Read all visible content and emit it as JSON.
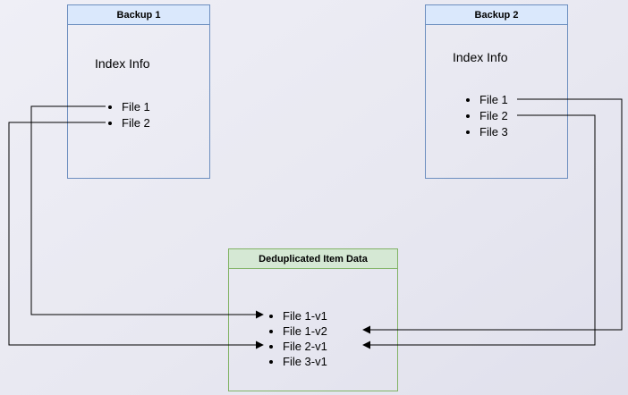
{
  "backup1": {
    "title": "Backup 1",
    "index_label": "Index Info",
    "files": [
      "File 1",
      "File 2"
    ]
  },
  "backup2": {
    "title": "Backup 2",
    "index_label": "Index Info",
    "files": [
      "File 1",
      "File 2",
      "File 3"
    ]
  },
  "dedup": {
    "title": "Deduplicated Item Data",
    "items": [
      "File 1-v1",
      "File 1-v2",
      "File 2-v1",
      "File 3-v1"
    ]
  },
  "connections": [
    {
      "from": "Backup 1 / File 1",
      "to": "File 1-v1"
    },
    {
      "from": "Backup 1 / File 2",
      "to": "File 2-v1"
    },
    {
      "from": "Backup 2 / File 1",
      "to": "File 1-v2"
    },
    {
      "from": "Backup 2 / File 2",
      "to": "File 2-v1"
    }
  ],
  "colors": {
    "canvas_bg": "#e8e8f1",
    "backup_border": "#6c8ebf",
    "backup_header_fill": "#dae8fc",
    "dedup_border": "#82b366",
    "dedup_header_fill": "#d5e8d4",
    "arrow_color": "#000000"
  }
}
